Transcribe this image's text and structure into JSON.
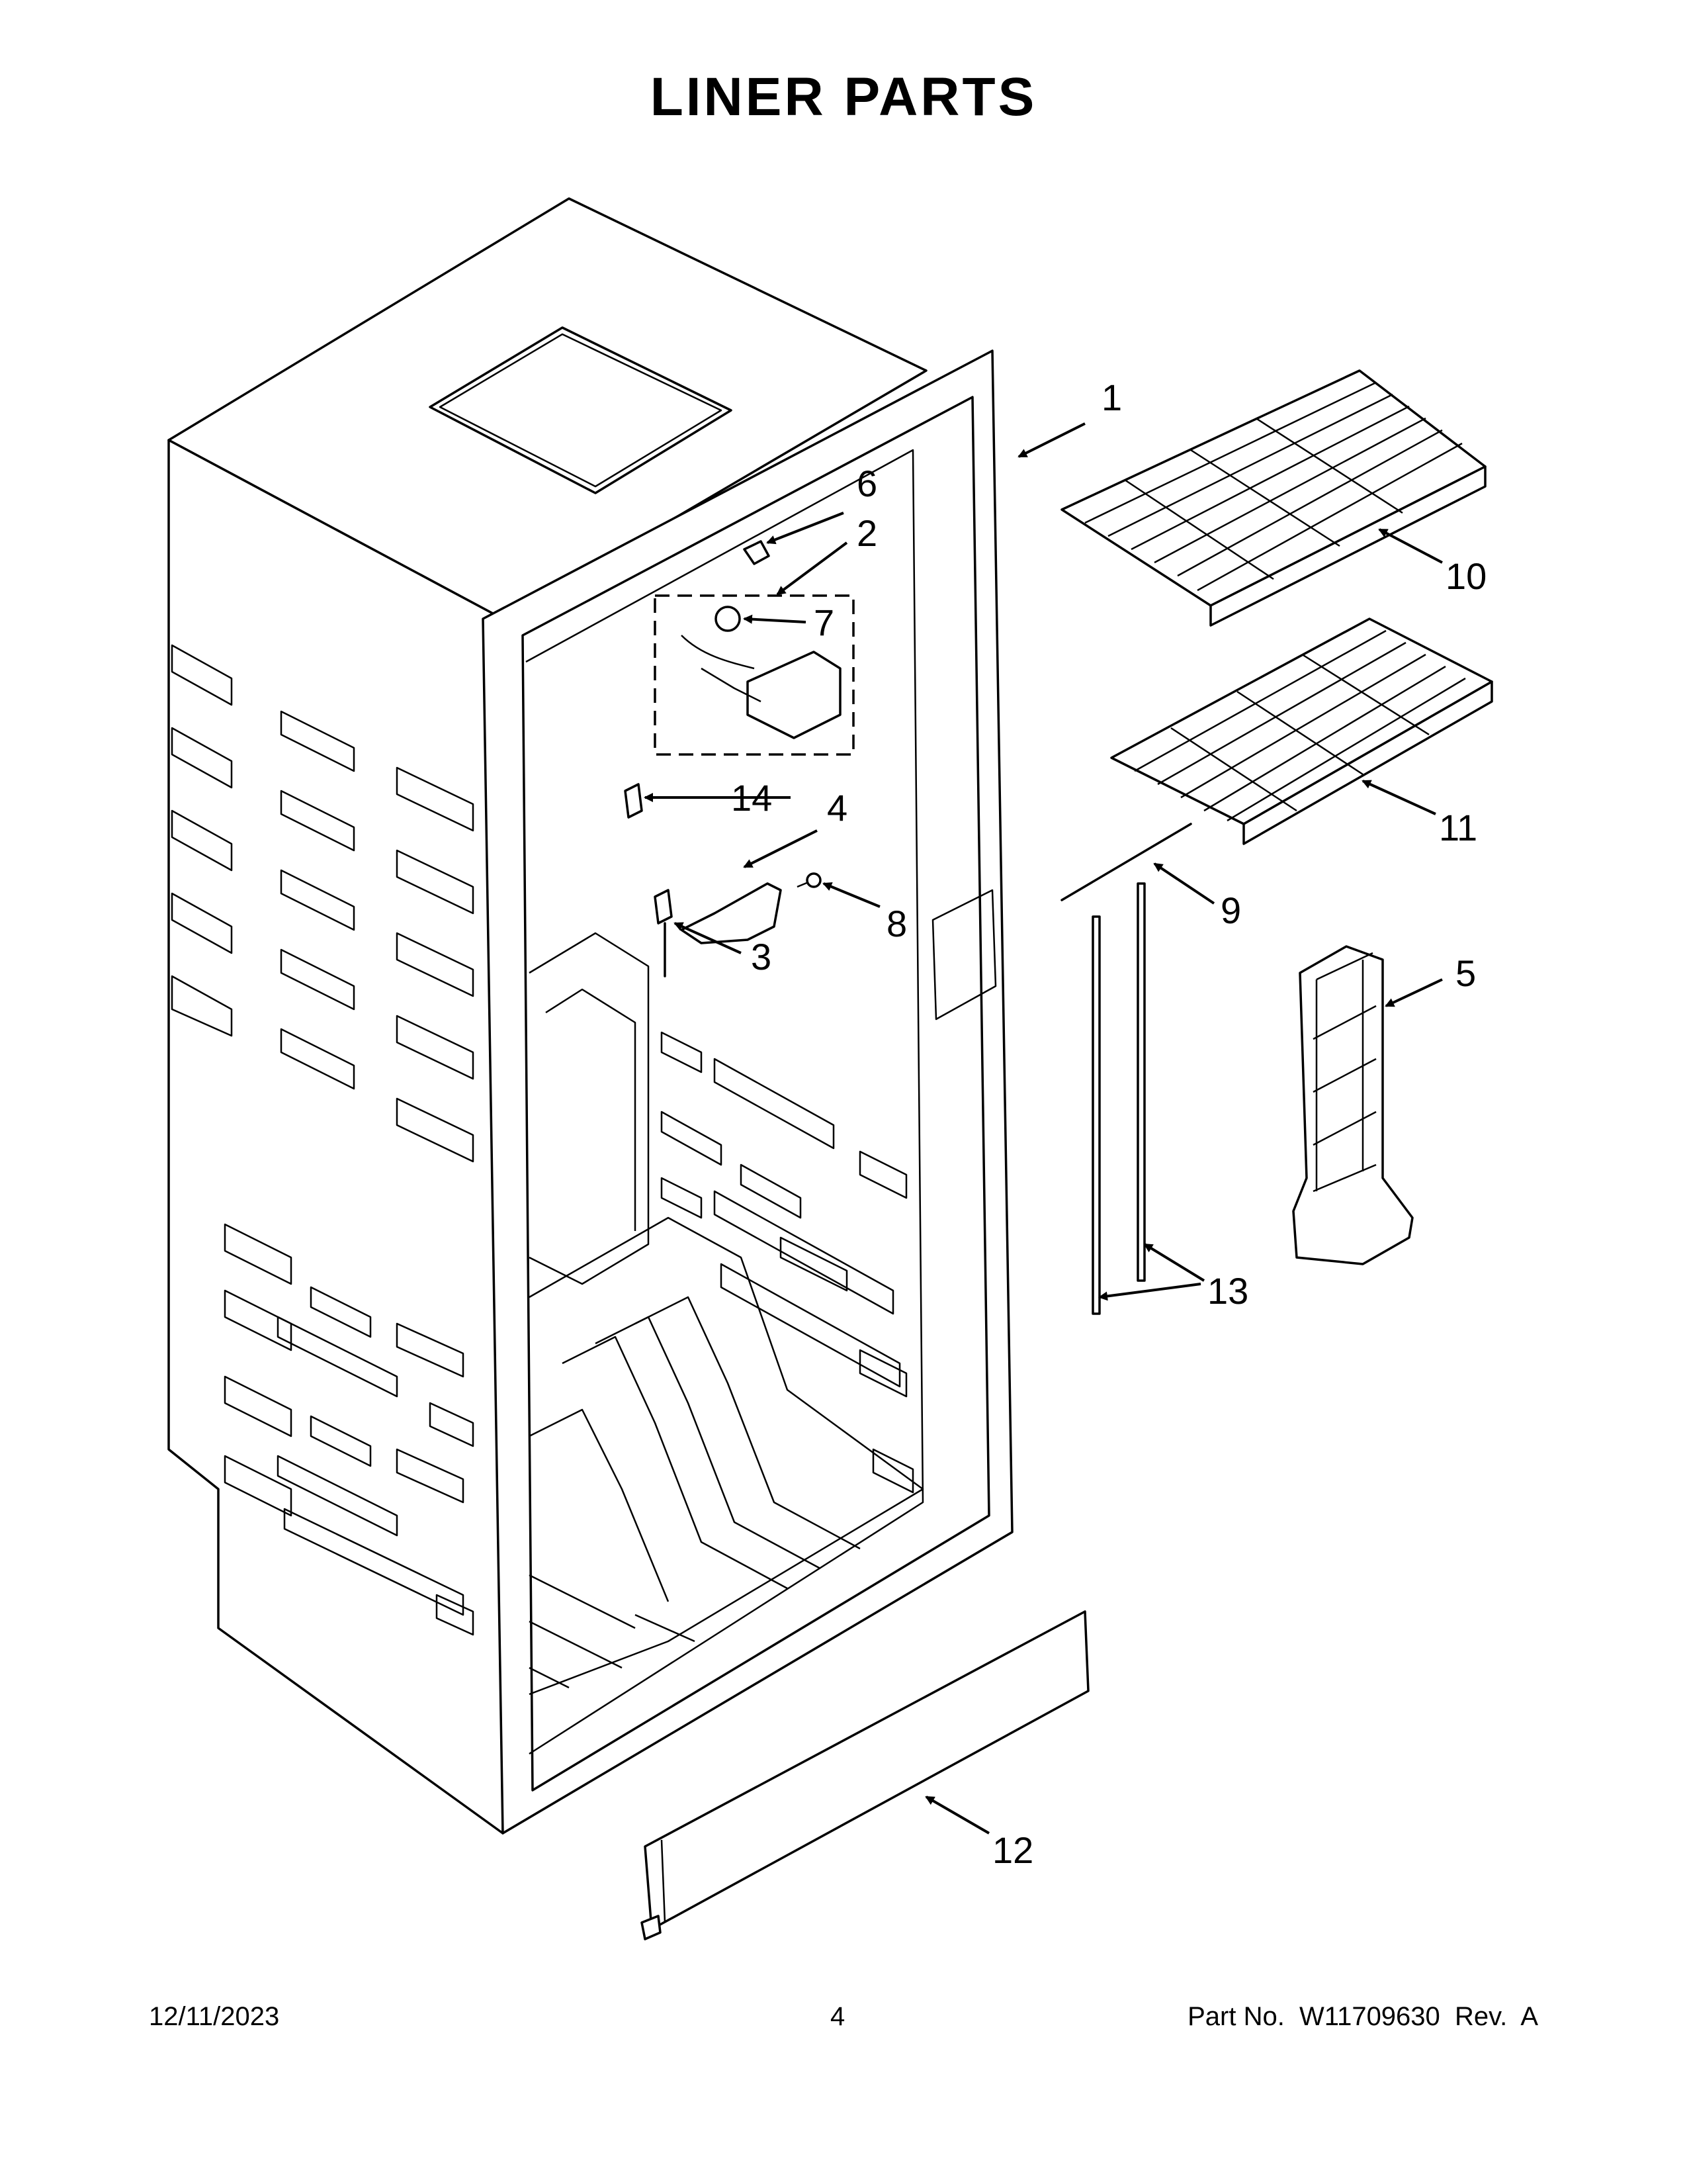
{
  "title": "LINER PARTS",
  "footer": {
    "date": "12/11/2023",
    "page": "4",
    "part": "Part No.  W11709630  Rev.  A"
  },
  "callouts": [
    "1",
    "2",
    "3",
    "4",
    "5",
    "6",
    "7",
    "8",
    "9",
    "10",
    "11",
    "12",
    "13",
    "14"
  ]
}
